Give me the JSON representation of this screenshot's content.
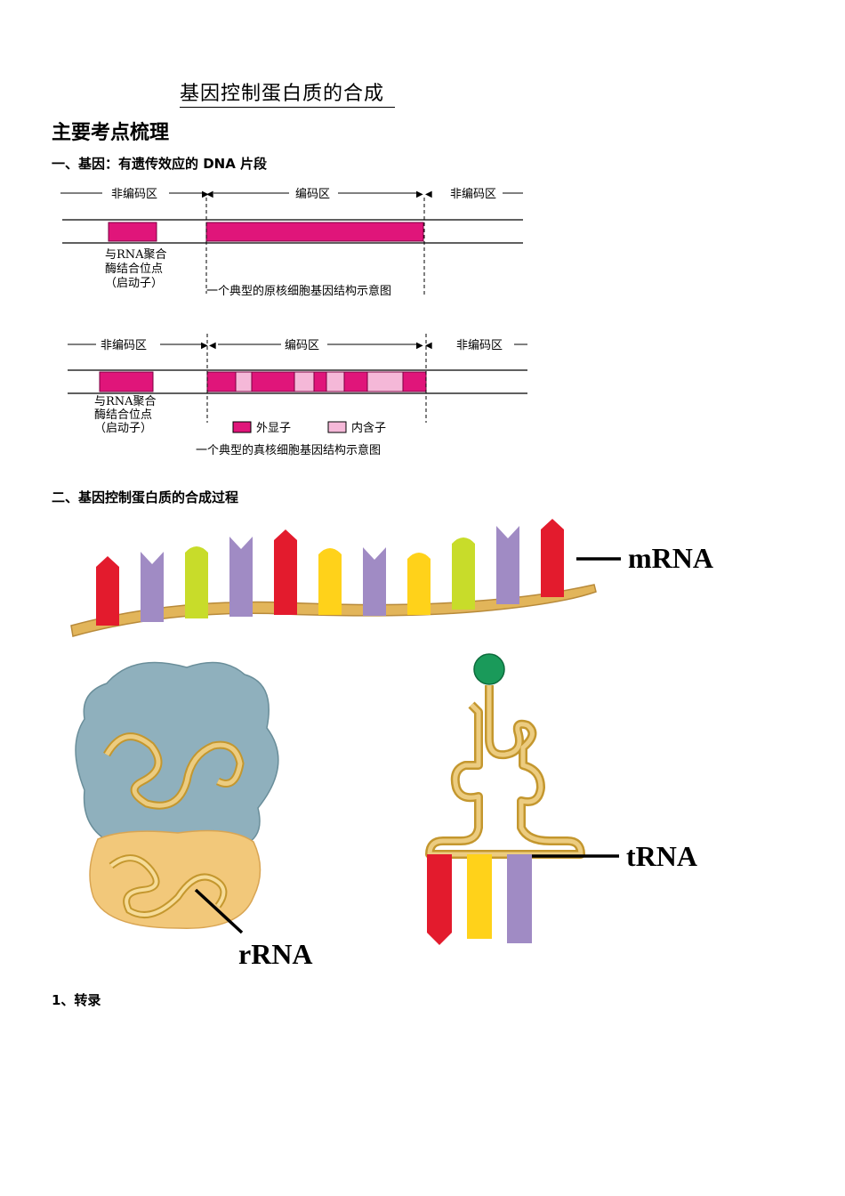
{
  "title": "基因控制蛋白质的合成",
  "heading": "主要考点梳理",
  "section1": "一、基因：有遗传效应的 DNA 片段",
  "diagram1": {
    "noncoding": "非编码区",
    "coding": "编码区",
    "promoter_lines": [
      "与RNA聚合",
      "酶结合位点",
      "（启动子）"
    ],
    "caption": "一个典型的原核细胞基因结构示意图"
  },
  "diagram2": {
    "noncoding": "非编码区",
    "coding": "编码区",
    "promoter_lines": [
      "与RNA聚合",
      "酶结合位点",
      "（启动子）"
    ],
    "legend_exon": "外显子",
    "legend_intron": "内含子",
    "caption": "一个典型的真核细胞基因结构示意图"
  },
  "section2": "二、基因控制蛋白质的合成过程",
  "labels": {
    "mrna": "mRNA",
    "rrna": "rRNA",
    "trna": "tRNA"
  },
  "section3": "1、转录",
  "colors": {
    "exon": "#e0157a",
    "intron": "#f5b8d8",
    "red": "#e31b2d",
    "purple": "#a08bc4",
    "green": "#c8dc2a",
    "yellow": "#ffd21a",
    "ribbon": "#e2b55a"
  }
}
